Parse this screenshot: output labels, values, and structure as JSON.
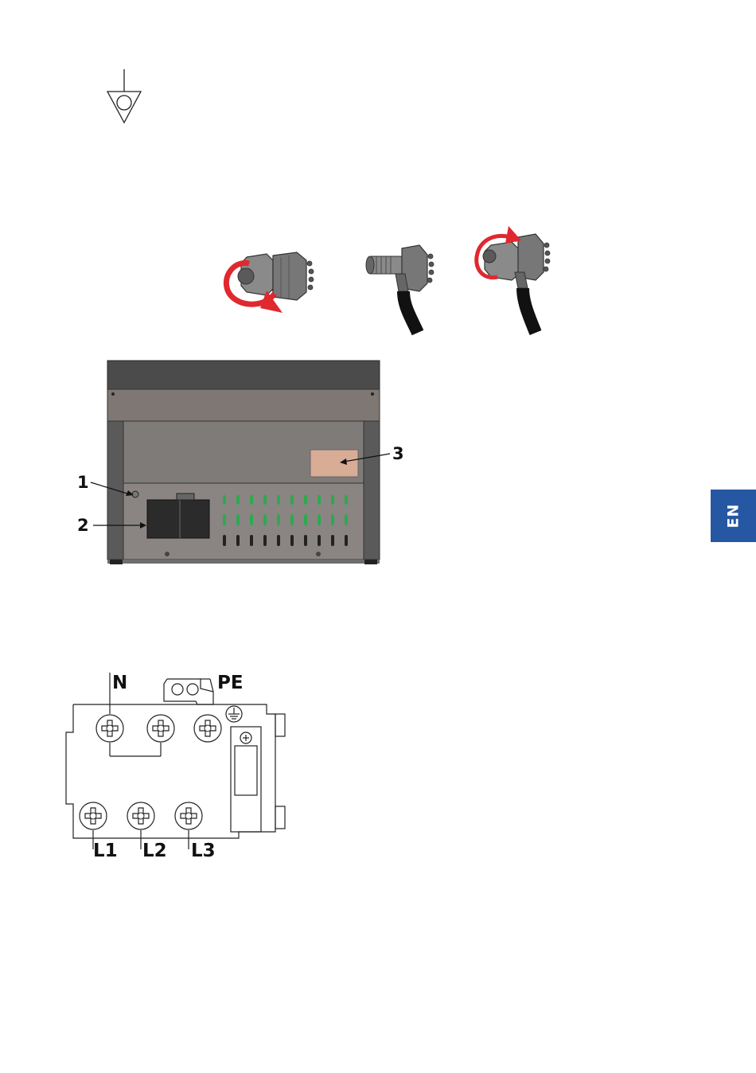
{
  "language_tab": {
    "label": "EN",
    "color": "#2557a3"
  },
  "figure_callouts": {
    "c1": "1",
    "c2": "2",
    "c3": "3"
  },
  "terminal_labels": {
    "neutral": "N",
    "protective_earth": "PE",
    "l1": "L1",
    "l2": "L2",
    "l3": "L3"
  },
  "icons": {
    "equipotential_symbol": "equipotential-bonding-icon",
    "earth_symbol": "protective-earth-icon",
    "rotation_arrow": "red-rotation-arrow"
  },
  "colors": {
    "arrow_red": "#e0282f",
    "vent_green": "#2fa84f",
    "label_plate": "#d9ac95"
  }
}
